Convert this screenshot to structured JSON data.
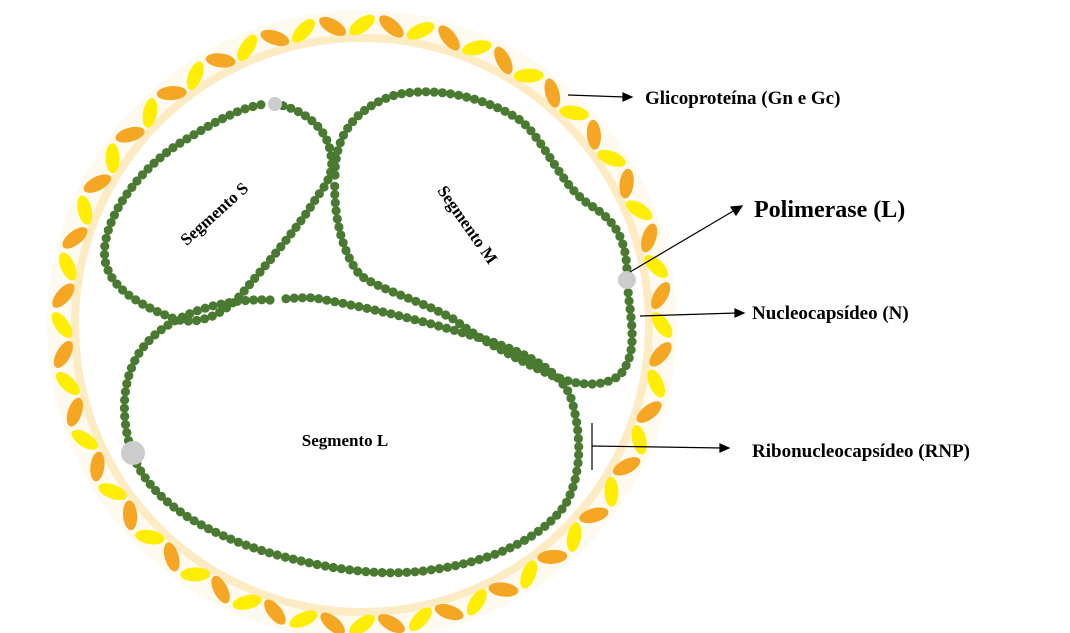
{
  "colors": {
    "envelope_petal_light": "#ffee00",
    "envelope_petal_dark": "#f5a623",
    "membrane": "#fdebc4",
    "nucleocapsid": "#4a7a32",
    "polymerase": "#cccccc",
    "pointer": "#000000"
  },
  "segments": {
    "s": "Segmento S",
    "m": "Segmento M",
    "l": "Segmento L"
  },
  "labels": {
    "glycoprotein": "Glicoproteína (Gn e Gc)",
    "polymerase": "Polimerase (L)",
    "nucleocapsid": "Nucleocapsídeo (N)",
    "ribonucleocapsid": "Ribonucleocapsídeo (RNP)"
  }
}
